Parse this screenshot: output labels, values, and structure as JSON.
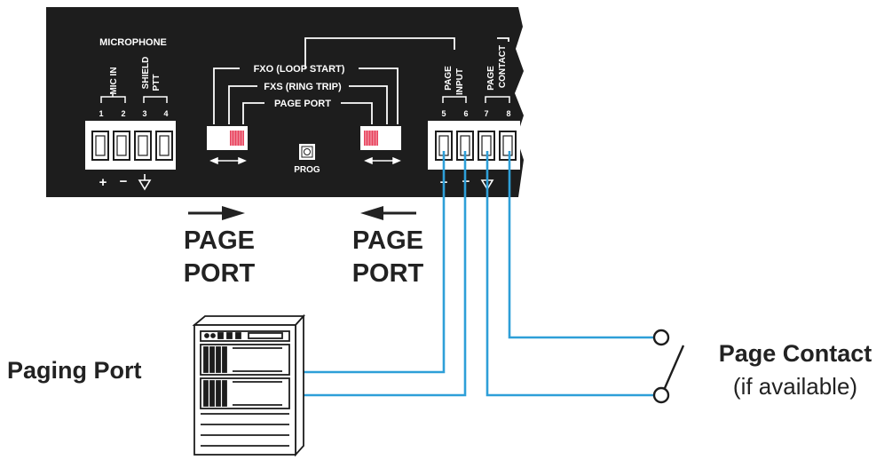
{
  "panel": {
    "microphone_label": "MICROPHONE",
    "mic_in_label": "MIC IN",
    "shield_label": "SHIELD",
    "ptt_label": "PTT",
    "fxo_label": "FXO (LOOP START)",
    "fxs_label": "FXS (RING TRIP)",
    "page_port_label": "PAGE PORT",
    "page_input_label_1": "PAGE",
    "page_input_label_2": "INPUT",
    "page_contact_label_1": "PAGE",
    "page_contact_label_2": "CONTACT",
    "prog_label": "PROG",
    "terminal_numbers": [
      "1",
      "2",
      "3",
      "4",
      "5",
      "6",
      "7",
      "8"
    ],
    "plus_symbol": "+",
    "minus_symbol": "−"
  },
  "arrows": {
    "left_label_1": "PAGE",
    "left_label_2": "PORT",
    "right_label_1": "PAGE",
    "right_label_2": "PORT"
  },
  "paging_port_label": "Paging Port",
  "page_contact_label": "Page Contact",
  "page_contact_sub": "(if available)",
  "colors": {
    "panel": "#1d1d1d",
    "wire": "#2e9fd8",
    "switch_red": "#e8415c"
  }
}
